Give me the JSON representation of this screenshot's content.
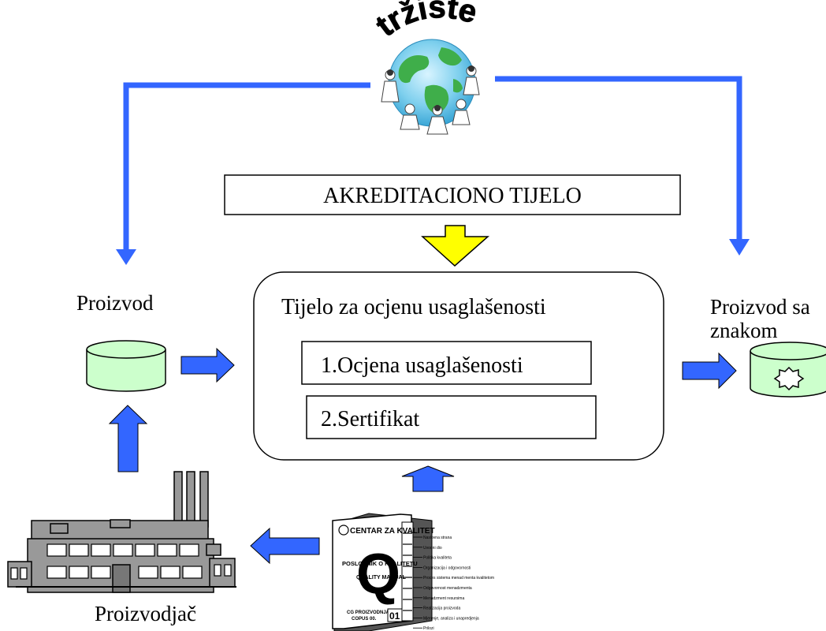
{
  "market": {
    "title": "tržište"
  },
  "accreditation": {
    "label": "AKREDITACIONO TIJELO"
  },
  "conformity_body": {
    "title": "Tijelo za ocjenu usaglašenosti",
    "steps": [
      "1.Ocjena usaglašenosti",
      "2.Sertifikat"
    ]
  },
  "product": {
    "label": "Proizvod"
  },
  "marked_product": {
    "label_line1": "Proizvod sa",
    "label_line2": "znakom"
  },
  "manufacturer": {
    "label": "Proizvodjač"
  },
  "manual": {
    "header": "CENTAR ZA KVALITET",
    "title1": "POSLOVNIK O KVALITETU",
    "title2": "QUALITY MANUAL",
    "letter": "Q",
    "footer1": "CG PROIZVODNJA",
    "footer2": "COPUS 00.",
    "number": "01",
    "tabs": [
      "Naslovna strana",
      "Uvodni dio",
      "Politika kvaliteta",
      "Organizacija i odgovornosti",
      "Proces sistema menad menta kvalitetom",
      "Odgovornost menadzmenta",
      "Menadzment resursima",
      "Realizacija proizvoda",
      "Mjerenje, analiza i unapredjenja",
      "Prilozi"
    ]
  },
  "colors": {
    "arrow_blue": "#3366ff",
    "arrow_yellow": "#ffff00",
    "cylinder_fill": "#ccffcc",
    "factory_gray": "#999999"
  }
}
